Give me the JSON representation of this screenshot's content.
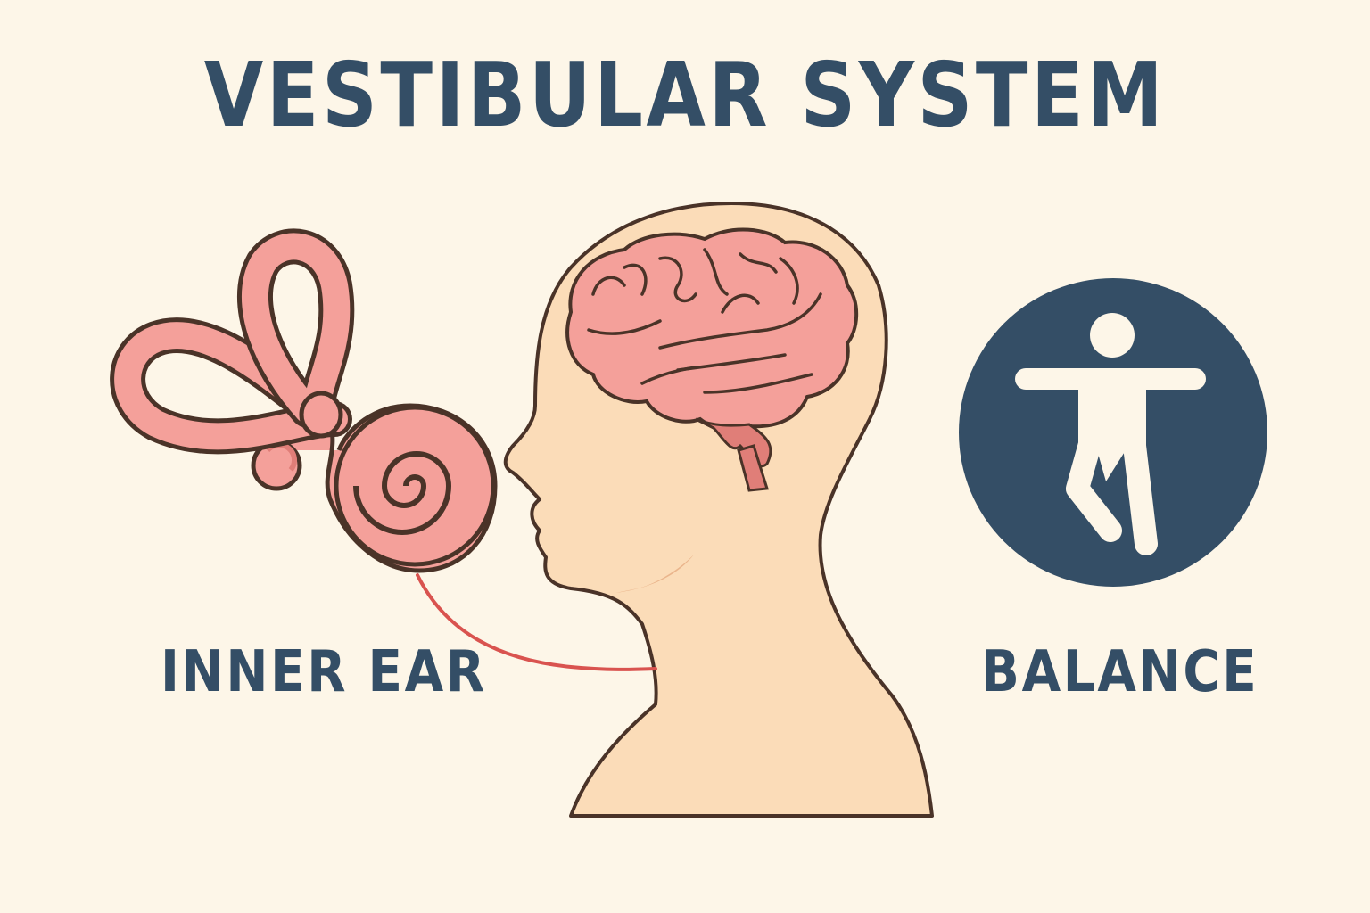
{
  "title": "VESTIBULAR SYSTEM",
  "labels": {
    "inner_ear": "INNER EAR",
    "balance": "BALANCE"
  },
  "icons": {
    "inner_ear": "inner-ear-icon",
    "head": "head-profile-icon",
    "brain": "brain-icon",
    "nerve": "vestibular-nerve-line",
    "balance": "balance-figure-icon"
  },
  "colors": {
    "background": "#fdf6e8",
    "navy": "#344e66",
    "ear_pink": "#f4a09a",
    "ear_shadow": "#e07e78",
    "outline": "#4a3328",
    "skin": "#fbdcb8",
    "nerve_red": "#d9534f",
    "figure_white": "#fdf6e8"
  }
}
